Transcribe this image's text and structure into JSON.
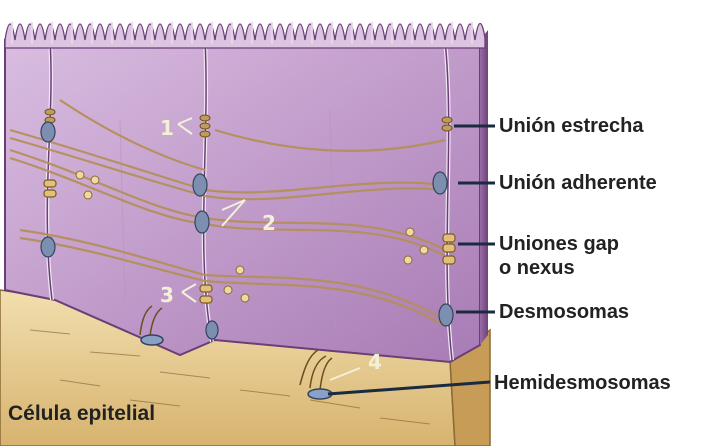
{
  "labels": {
    "tight_junction": "Unión estrecha",
    "adherens_junction": "Unión adherente",
    "gap_junction_line1": "Uniones gap",
    "gap_junction_line2": "o nexus",
    "desmosomes": "Desmosomas",
    "hemidesmosomes": "Hemidesmosomas"
  },
  "caption": "Célula epitelial",
  "numbers": [
    "1",
    "2",
    "3",
    "4"
  ],
  "colors": {
    "cell": "#c9a8d2",
    "cell_dark": "#8a5d96",
    "fiber": "#b58f5a",
    "base": "#e8c989",
    "leader": "#1a2a40"
  }
}
